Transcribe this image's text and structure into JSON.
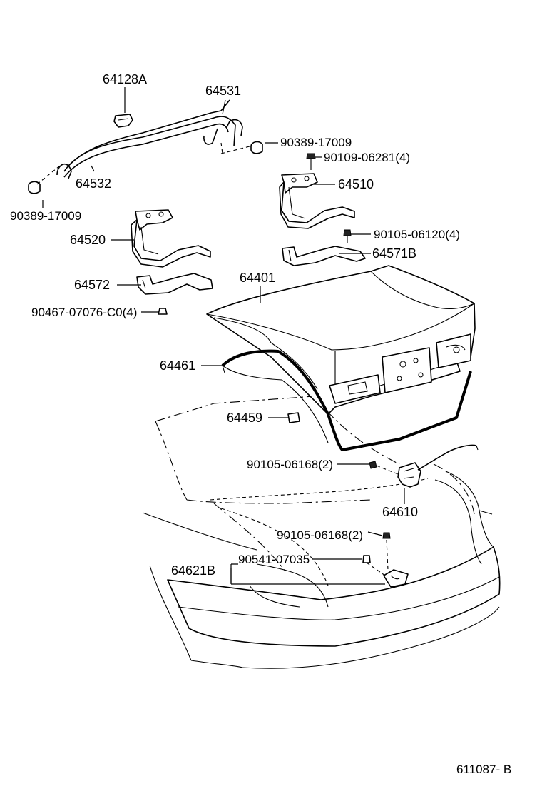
{
  "labels": {
    "p64128A": "64128A",
    "p64531": "64531",
    "p90389a": "90389-17009",
    "p90109": "90109-06281(4)",
    "p64532": "64532",
    "p64510": "64510",
    "p90389b": "90389-17009",
    "p90105a": "90105-06120(4)",
    "p64520": "64520",
    "p64571B": "64571B",
    "p64401": "64401",
    "p64572": "64572",
    "p90467": "90467-07076-C0(4)",
    "p64461": "64461",
    "p64459": "64459",
    "p90105b": "90105-06168(2)",
    "p64610": "64610",
    "p90105c": "90105-06168(2)",
    "p90541": "90541-07035",
    "p64621B": "64621B",
    "code": "611087- B"
  }
}
